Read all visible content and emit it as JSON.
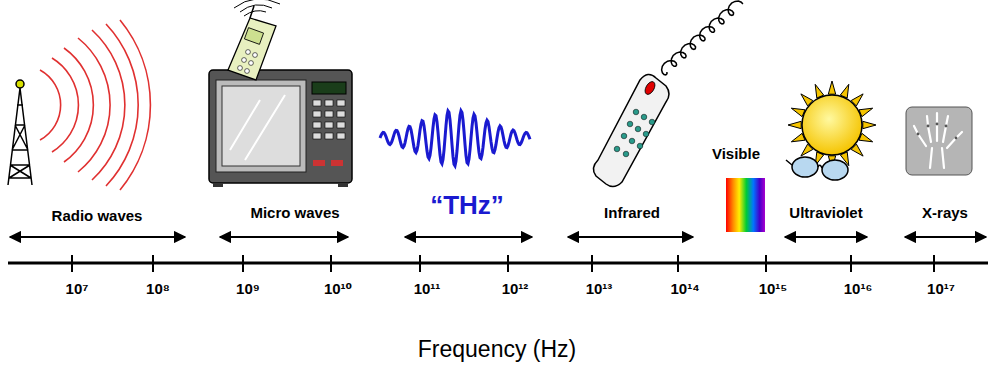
{
  "diagram": {
    "labels": [
      "Radio waves",
      "Micro waves",
      "“THz”",
      "Infrared",
      "Visible",
      "Ultraviolet",
      "X-rays",
      "10⁷",
      "10⁸",
      "10⁹",
      "10¹⁰",
      "10¹¹",
      "10¹²",
      "10¹³",
      "10¹⁴",
      "10¹⁵",
      "10¹⁶",
      "10¹⁷",
      "Frequency (Hz)"
    ]
  }
}
